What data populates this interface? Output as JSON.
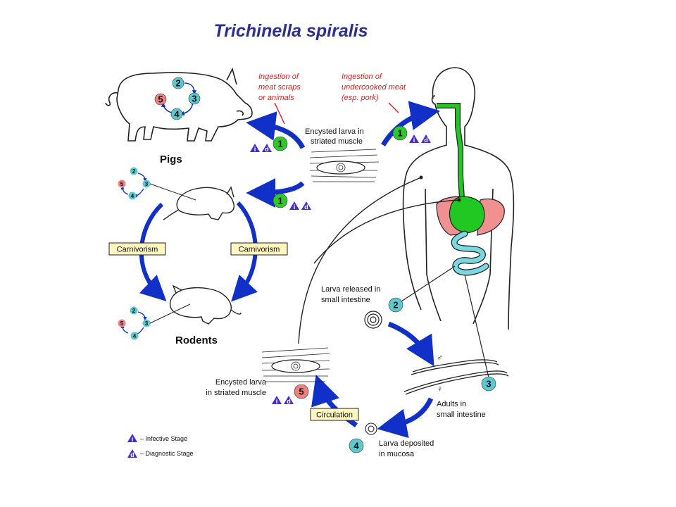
{
  "title": "Trichinella spiralis",
  "host_labels": {
    "pigs": "Pigs",
    "rodents": "Rodents"
  },
  "red_notes": {
    "left": [
      "Ingestion of",
      "meat scraps",
      "or animals"
    ],
    "right": [
      "Ingestion of",
      "undercooked meat",
      "(esp. pork)"
    ]
  },
  "carnivorism_left": "Carnivorism",
  "carnivorism_right": "Carnivorism",
  "circulation": "Circulation",
  "encysted_top": [
    "Encysted larva in",
    "striated muscle"
  ],
  "encysted_bottom": [
    "Encysted larva",
    "in striated muscle"
  ],
  "larva_released": [
    "Larva released in",
    "small intestine"
  ],
  "adults": [
    "Adults in",
    "small intestine"
  ],
  "larva_deposited": [
    "Larva deposited",
    "in mucosa"
  ],
  "stage_numbers": {
    "s1": "1",
    "s2": "2",
    "s3": "3",
    "s4": "4",
    "s5": "5"
  },
  "stage_marks": {
    "infective": "i",
    "diagnostic": "d"
  },
  "sex_symbols": {
    "male": "♂",
    "female": "♀"
  },
  "legend": {
    "infective": "– Infective Stage",
    "diagnostic": "– Diagnostic Stage"
  },
  "colors": {
    "title": "#2e2e8c",
    "arrow_blue": "#1030c8",
    "cyan_stage": "#5cc8d0",
    "green_stage": "#2ec82e",
    "pink_stage": "#f08080",
    "triangle": "#4a2ad0",
    "note_red": "#d42020",
    "gut_green": "#22c822",
    "intestine_cyan": "#7ad8e0",
    "stomach_pink": "#f09090",
    "label_box": "#fff6c0"
  },
  "icons": [
    "pig-outline",
    "human-outline",
    "rat-icon",
    "encysted-larva-icon",
    "coiled-larva-icon",
    "adult-worm-icon"
  ]
}
